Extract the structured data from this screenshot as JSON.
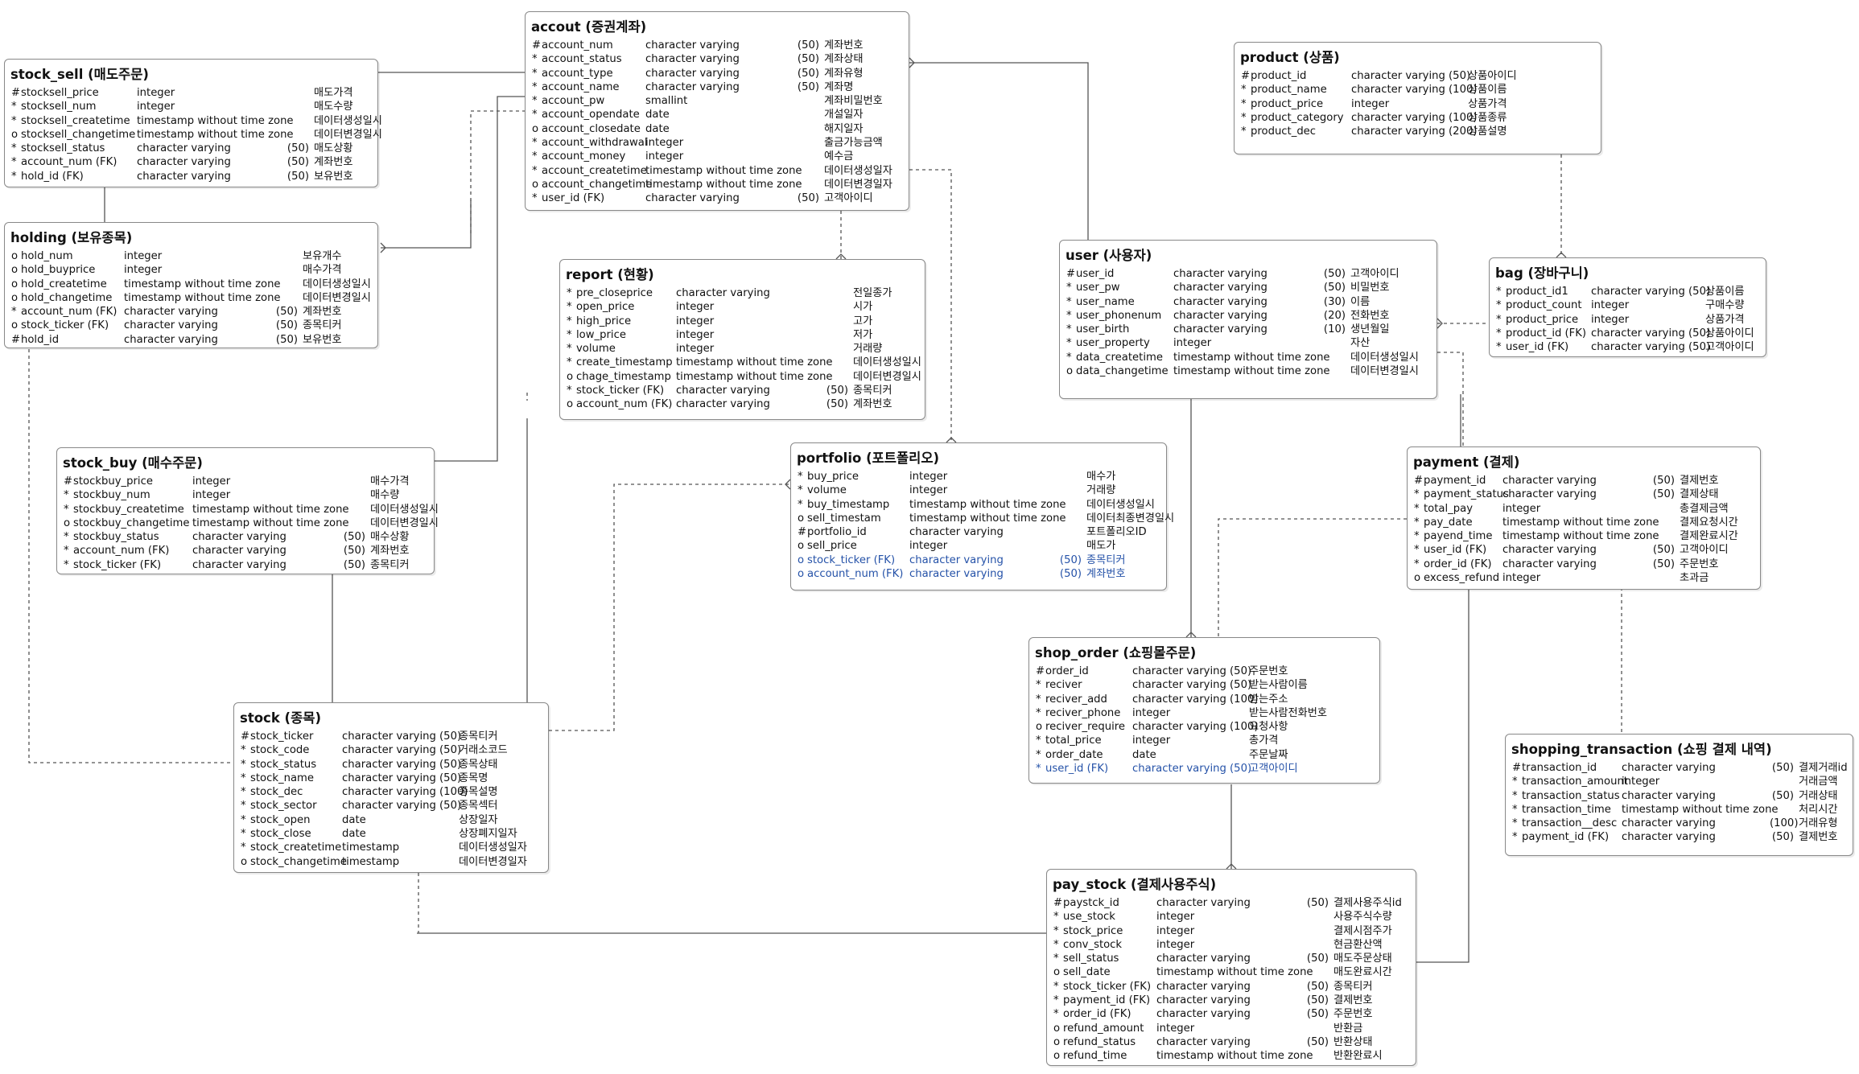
{
  "entities": {
    "stock_sell": {
      "title": "stock_sell (매도주문)",
      "attributes": [
        {
          "mark": "#",
          "name": "stocksell_price",
          "type": "integer",
          "len": "",
          "desc": "매도가격"
        },
        {
          "mark": "*",
          "name": "stocksell_num",
          "type": "integer",
          "len": "",
          "desc": "매도수량"
        },
        {
          "mark": "*",
          "name": "stocksell_createtime",
          "type": "timestamp without time zone",
          "len": "",
          "desc": "데이터생성일시"
        },
        {
          "mark": "o",
          "name": "stocksell_changetime",
          "type": "timestamp without time zone",
          "len": "",
          "desc": "데이터변경일시"
        },
        {
          "mark": "*",
          "name": "stocksell_status",
          "type": "character varying",
          "len": "(50)",
          "desc": "매도상황"
        },
        {
          "mark": "*",
          "name": "account_num (FK)",
          "type": "character varying",
          "len": "(50)",
          "desc": "계좌번호"
        },
        {
          "mark": "*",
          "name": "hold_id (FK)",
          "type": "character varying",
          "len": "(50)",
          "desc": "보유번호"
        }
      ]
    },
    "holding": {
      "title": "holding (보유종목)",
      "attributes": [
        {
          "mark": "o",
          "name": "hold_num",
          "type": "integer",
          "len": "",
          "desc": "보유개수"
        },
        {
          "mark": "o",
          "name": "hold_buyprice",
          "type": "integer",
          "len": "",
          "desc": "매수가격"
        },
        {
          "mark": "o",
          "name": "hold_createtime",
          "type": "timestamp without time zone",
          "len": "",
          "desc": "데이터생성일시"
        },
        {
          "mark": "o",
          "name": "hold_changetime",
          "type": "timestamp without time zone",
          "len": "",
          "desc": "데이터변경일시"
        },
        {
          "mark": "*",
          "name": "account_num (FK)",
          "type": "character varying",
          "len": "(50)",
          "desc": "계좌번호"
        },
        {
          "mark": "o",
          "name": "stock_ticker (FK)",
          "type": "character varying",
          "len": "(50)",
          "desc": "종목티커"
        },
        {
          "mark": "#",
          "name": "hold_id",
          "type": "character varying",
          "len": "(50)",
          "desc": "보유번호"
        }
      ]
    },
    "stock_buy": {
      "title": "stock_buy (매수주문)",
      "attributes": [
        {
          "mark": "#",
          "name": "stockbuy_price",
          "type": "integer",
          "len": "",
          "desc": "매수가격"
        },
        {
          "mark": "*",
          "name": "stockbuy_num",
          "type": "integer",
          "len": "",
          "desc": "매수량"
        },
        {
          "mark": "*",
          "name": "stockbuy_createtime",
          "type": "timestamp without time zone",
          "len": "",
          "desc": "데이터생성일시"
        },
        {
          "mark": "o",
          "name": "stockbuy_changetime",
          "type": "timestamp without time zone",
          "len": "",
          "desc": "데이터변경일시"
        },
        {
          "mark": "*",
          "name": "stockbuy_status",
          "type": "character varying",
          "len": "(50)",
          "desc": "매수상황"
        },
        {
          "mark": "*",
          "name": "account_num (FK)",
          "type": "character varying",
          "len": "(50)",
          "desc": "계좌번호"
        },
        {
          "mark": "*",
          "name": "stock_ticker (FK)",
          "type": "character varying",
          "len": "(50)",
          "desc": "종목티커"
        }
      ]
    },
    "account": {
      "title": "accout (증권계좌)",
      "attributes": [
        {
          "mark": "#",
          "name": "account_num",
          "type": "character varying",
          "len": "(50)",
          "desc": "계좌번호"
        },
        {
          "mark": "*",
          "name": "account_status",
          "type": "character varying",
          "len": "(50)",
          "desc": "계좌상태"
        },
        {
          "mark": "*",
          "name": "account_type",
          "type": "character varying",
          "len": "(50)",
          "desc": "계좌유형"
        },
        {
          "mark": "*",
          "name": "account_name",
          "type": "character varying",
          "len": "(50)",
          "desc": "계좌명"
        },
        {
          "mark": "*",
          "name": "account_pw",
          "type": "smallint",
          "len": "",
          "desc": "계좌비밀번호"
        },
        {
          "mark": "*",
          "name": "account_opendate",
          "type": "date",
          "len": "",
          "desc": "개설일자"
        },
        {
          "mark": "o",
          "name": "account_closedate",
          "type": "date",
          "len": "",
          "desc": "해지일자"
        },
        {
          "mark": "*",
          "name": "account_withdrawal",
          "type": "integer",
          "len": "",
          "desc": "출금가능금액"
        },
        {
          "mark": "*",
          "name": "account_money",
          "type": "integer",
          "len": "",
          "desc": "예수금"
        },
        {
          "mark": "*",
          "name": "account_createtime",
          "type": "timestamp without time zone",
          "len": "",
          "desc": "데이터생성일자"
        },
        {
          "mark": "o",
          "name": "account_changetime",
          "type": "timestamp without time zone",
          "len": "",
          "desc": "데이터변경일자"
        },
        {
          "mark": "*",
          "name": "user_id (FK)",
          "type": "character varying",
          "len": "(50)",
          "desc": "고객아이디"
        }
      ]
    },
    "report": {
      "title": "report (현황)",
      "attributes": [
        {
          "mark": "*",
          "name": "pre_closeprice",
          "type": "character varying",
          "len": "",
          "desc": "전일종가"
        },
        {
          "mark": "*",
          "name": "open_price",
          "type": "integer",
          "len": "",
          "desc": "시가"
        },
        {
          "mark": "*",
          "name": "high_price",
          "type": "integer",
          "len": "",
          "desc": "고가"
        },
        {
          "mark": "*",
          "name": "low_price",
          "type": "integer",
          "len": "",
          "desc": "저가"
        },
        {
          "mark": "*",
          "name": "volume",
          "type": "integer",
          "len": "",
          "desc": "거래량"
        },
        {
          "mark": "*",
          "name": "create_timestamp",
          "type": "timestamp without time zone",
          "len": "",
          "desc": "데이터생성일시"
        },
        {
          "mark": "o",
          "name": "chage_timestamp",
          "type": "timestamp without time zone",
          "len": "",
          "desc": "데이터변경일시"
        },
        {
          "mark": "*",
          "name": "stock_ticker (FK)",
          "type": "character varying",
          "len": "(50)",
          "desc": "종목티커"
        },
        {
          "mark": "o",
          "name": "account_num (FK)",
          "type": "character varying",
          "len": "(50)",
          "desc": "계좌번호"
        }
      ]
    },
    "portfolio": {
      "title": "portfolio (포트폴리오)",
      "attributes": [
        {
          "mark": "*",
          "name": "buy_price",
          "type": "integer",
          "len": "",
          "desc": "매수가"
        },
        {
          "mark": "*",
          "name": "volume",
          "type": "integer",
          "len": "",
          "desc": "거래량"
        },
        {
          "mark": "*",
          "name": "buy_timestamp",
          "type": "timestamp without time zone",
          "len": "",
          "desc": "데이터생성일시"
        },
        {
          "mark": "o",
          "name": "sell_timestam",
          "type": "timestamp without time zone",
          "len": "",
          "desc": "데이터최종변경일시"
        },
        {
          "mark": "#",
          "name": "portfolio_id",
          "type": "character varying",
          "len": "",
          "desc": "포트폴리오ID"
        },
        {
          "mark": "o",
          "name": "sell_price",
          "type": "integer",
          "len": "",
          "desc": "매도가"
        },
        {
          "mark": "o",
          "name": "stock_ticker (FK)",
          "type": "character varying",
          "len": "(50)",
          "desc": "종목티커",
          "blue": true
        },
        {
          "mark": "o",
          "name": "account_num (FK)",
          "type": "character varying",
          "len": "(50)",
          "desc": "계좌번호",
          "blue": true
        }
      ]
    },
    "stock": {
      "title": "stock (종목)",
      "attributes": [
        {
          "mark": "#",
          "name": "stock_ticker",
          "type": "character varying (50)",
          "len": "",
          "desc": "종목티커"
        },
        {
          "mark": "*",
          "name": "stock_code",
          "type": "character varying (50)",
          "len": "",
          "desc": "거래소코드"
        },
        {
          "mark": "*",
          "name": "stock_status",
          "type": "character varying (50)",
          "len": "",
          "desc": "종목상태"
        },
        {
          "mark": "*",
          "name": "stock_name",
          "type": "character varying (50)",
          "len": "",
          "desc": "종목명"
        },
        {
          "mark": "*",
          "name": "stock_dec",
          "type": "character varying (100)",
          "len": "",
          "desc": "종목설명"
        },
        {
          "mark": "*",
          "name": "stock_sector",
          "type": "character varying (50)",
          "len": "",
          "desc": "종목섹터"
        },
        {
          "mark": "*",
          "name": "stock_open",
          "type": "date",
          "len": "",
          "desc": "상장일자"
        },
        {
          "mark": "*",
          "name": "stock_close",
          "type": "date",
          "len": "",
          "desc": "상장폐지일자"
        },
        {
          "mark": "*",
          "name": "stock_createtime",
          "type": "timestamp",
          "len": "",
          "desc": "데이터생성일자"
        },
        {
          "mark": "o",
          "name": "stock_changetime",
          "type": "timestamp",
          "len": "",
          "desc": "데이터변경일자"
        }
      ]
    },
    "product": {
      "title": "product (상품)",
      "attributes": [
        {
          "mark": "#",
          "name": "product_id",
          "type": "character varying (50)",
          "len": "",
          "desc": "상품아이디"
        },
        {
          "mark": "*",
          "name": "product_name",
          "type": "character varying (100)",
          "len": "",
          "desc": "상품이름"
        },
        {
          "mark": "*",
          "name": "product_price",
          "type": "integer",
          "len": "",
          "desc": "상품가격"
        },
        {
          "mark": "*",
          "name": "product_category",
          "type": "character varying (100)",
          "len": "",
          "desc": "상품종류"
        },
        {
          "mark": "*",
          "name": "product_dec",
          "type": "character varying (200)",
          "len": "",
          "desc": "상품설명"
        }
      ]
    },
    "user": {
      "title": "user (사용자)",
      "attributes": [
        {
          "mark": "#",
          "name": "user_id",
          "type": "character varying",
          "len": "(50)",
          "desc": "고객아이디"
        },
        {
          "mark": "*",
          "name": "user_pw",
          "type": "character varying",
          "len": "(50)",
          "desc": "비밀번호"
        },
        {
          "mark": "*",
          "name": "user_name",
          "type": "character varying",
          "len": "(30)",
          "desc": "이름"
        },
        {
          "mark": "*",
          "name": "user_phonenum",
          "type": "character varying",
          "len": "(20)",
          "desc": "전화번호"
        },
        {
          "mark": "*",
          "name": "user_birth",
          "type": "character varying",
          "len": "(10)",
          "desc": "생년월일"
        },
        {
          "mark": "*",
          "name": "user_property",
          "type": "integer",
          "len": "",
          "desc": "자산"
        },
        {
          "mark": "*",
          "name": "data_createtime",
          "type": "timestamp without time zone",
          "len": "",
          "desc": "데이터생성일시"
        },
        {
          "mark": "o",
          "name": "data_changetime",
          "type": "timestamp without time zone",
          "len": "",
          "desc": "데이터변경일시"
        }
      ]
    },
    "bag": {
      "title": "bag (장바구니)",
      "attributes": [
        {
          "mark": "*",
          "name": "product_id1",
          "type": "character varying (50)",
          "len": "",
          "desc": "상품이름"
        },
        {
          "mark": "*",
          "name": "product_count",
          "type": "integer",
          "len": "",
          "desc": "구매수량"
        },
        {
          "mark": "*",
          "name": "product_price",
          "type": "integer",
          "len": "",
          "desc": "상품가격"
        },
        {
          "mark": "*",
          "name": "product_id (FK)",
          "type": "character varying (50)",
          "len": "",
          "desc": "상품아이디"
        },
        {
          "mark": "*",
          "name": "user_id (FK)",
          "type": "character varying (50)",
          "len": "",
          "desc": "고객아이디"
        }
      ]
    },
    "payment": {
      "title": "payment (결제)",
      "attributes": [
        {
          "mark": "#",
          "name": "payment_id",
          "type": "character varying",
          "len": "(50)",
          "desc": "결제번호"
        },
        {
          "mark": "*",
          "name": "payment_status",
          "type": "character varying",
          "len": "(50)",
          "desc": "결제상태"
        },
        {
          "mark": "*",
          "name": "total_pay",
          "type": "integer",
          "len": "",
          "desc": "총결제금액"
        },
        {
          "mark": "*",
          "name": "pay_date",
          "type": "timestamp without time zone",
          "len": "",
          "desc": "결제요청시간"
        },
        {
          "mark": "*",
          "name": "payend_time",
          "type": "timestamp without time zone",
          "len": "",
          "desc": "결제완료시간"
        },
        {
          "mark": "*",
          "name": "user_id (FK)",
          "type": "character varying",
          "len": "(50)",
          "desc": "고객아이디"
        },
        {
          "mark": "*",
          "name": "order_id (FK)",
          "type": "character varying",
          "len": "(50)",
          "desc": "주문번호"
        },
        {
          "mark": "o",
          "name": "excess_refund",
          "type": "integer",
          "len": "",
          "desc": "초과금"
        }
      ]
    },
    "shop_order": {
      "title": "shop_order (쇼핑몰주문)",
      "attributes": [
        {
          "mark": "#",
          "name": "order_id",
          "type": "character varying (50)",
          "len": "",
          "desc": "주문번호"
        },
        {
          "mark": "*",
          "name": "reciver",
          "type": "character varying (50)",
          "len": "",
          "desc": "받는사람이름"
        },
        {
          "mark": "*",
          "name": "reciver_add",
          "type": "character varying (100)",
          "len": "",
          "desc": "받는주소"
        },
        {
          "mark": "*",
          "name": "reciver_phone",
          "type": "integer",
          "len": "",
          "desc": "받는사람전화번호"
        },
        {
          "mark": "o",
          "name": "reciver_require",
          "type": "character varying (100)",
          "len": "",
          "desc": "요청사항"
        },
        {
          "mark": "*",
          "name": "total_price",
          "type": "integer",
          "len": "",
          "desc": "총가격"
        },
        {
          "mark": "*",
          "name": "order_date",
          "type": "date",
          "len": "",
          "desc": "주문날짜"
        },
        {
          "mark": "*",
          "name": "user_id (FK)",
          "type": "character varying (50)",
          "len": "",
          "desc": "고객아이디",
          "blue": true
        }
      ]
    },
    "shopping_transaction": {
      "title": "shopping_transaction (쇼핑 결제 내역)",
      "attributes": [
        {
          "mark": "#",
          "name": "transaction_id",
          "type": "character varying",
          "len": "(50)",
          "desc": "결제거래id"
        },
        {
          "mark": "*",
          "name": "transaction_amount",
          "type": "integer",
          "len": "",
          "desc": "거래금액"
        },
        {
          "mark": "*",
          "name": "transaction_status",
          "type": "character varying",
          "len": "(50)",
          "desc": "거래상태"
        },
        {
          "mark": "*",
          "name": "transaction_time",
          "type": "timestamp without time zone",
          "len": "",
          "desc": "처리시간"
        },
        {
          "mark": "*",
          "name": "transaction__desc",
          "type": "character varying",
          "len": "(100)",
          "desc": "거래유형"
        },
        {
          "mark": "*",
          "name": "payment_id (FK)",
          "type": "character varying",
          "len": "(50)",
          "desc": "결제번호"
        }
      ]
    },
    "pay_stock": {
      "title": "pay_stock (결제사용주식)",
      "attributes": [
        {
          "mark": "#",
          "name": "paystck_id",
          "type": "character varying",
          "len": "(50)",
          "desc": "결제사용주식id"
        },
        {
          "mark": "*",
          "name": "use_stock",
          "type": "integer",
          "len": "",
          "desc": "사용주식수량"
        },
        {
          "mark": "*",
          "name": "stock_price",
          "type": "integer",
          "len": "",
          "desc": "결제시점주가"
        },
        {
          "mark": "*",
          "name": "conv_stock",
          "type": "integer",
          "len": "",
          "desc": "현금환산액"
        },
        {
          "mark": "*",
          "name": "sell_status",
          "type": "character varying",
          "len": "(50)",
          "desc": "매도주문상태"
        },
        {
          "mark": "o",
          "name": "sell_date",
          "type": "timestamp without time zone",
          "len": "",
          "desc": "매도완료시간"
        },
        {
          "mark": "*",
          "name": "stock_ticker (FK)",
          "type": "character varying",
          "len": "(50)",
          "desc": "종목티커"
        },
        {
          "mark": "*",
          "name": "payment_id (FK)",
          "type": "character varying",
          "len": "(50)",
          "desc": "결제번호"
        },
        {
          "mark": "*",
          "name": "order_id (FK)",
          "type": "character varying",
          "len": "(50)",
          "desc": "주문번호"
        },
        {
          "mark": "o",
          "name": "refund_amount",
          "type": "integer",
          "len": "",
          "desc": "반환금"
        },
        {
          "mark": "o",
          "name": "refund_status",
          "type": "character varying",
          "len": "(50)",
          "desc": "반환상태"
        },
        {
          "mark": "o",
          "name": "refund_time",
          "type": "timestamp without time zone",
          "len": "",
          "desc": "반환완료시"
        }
      ]
    }
  }
}
